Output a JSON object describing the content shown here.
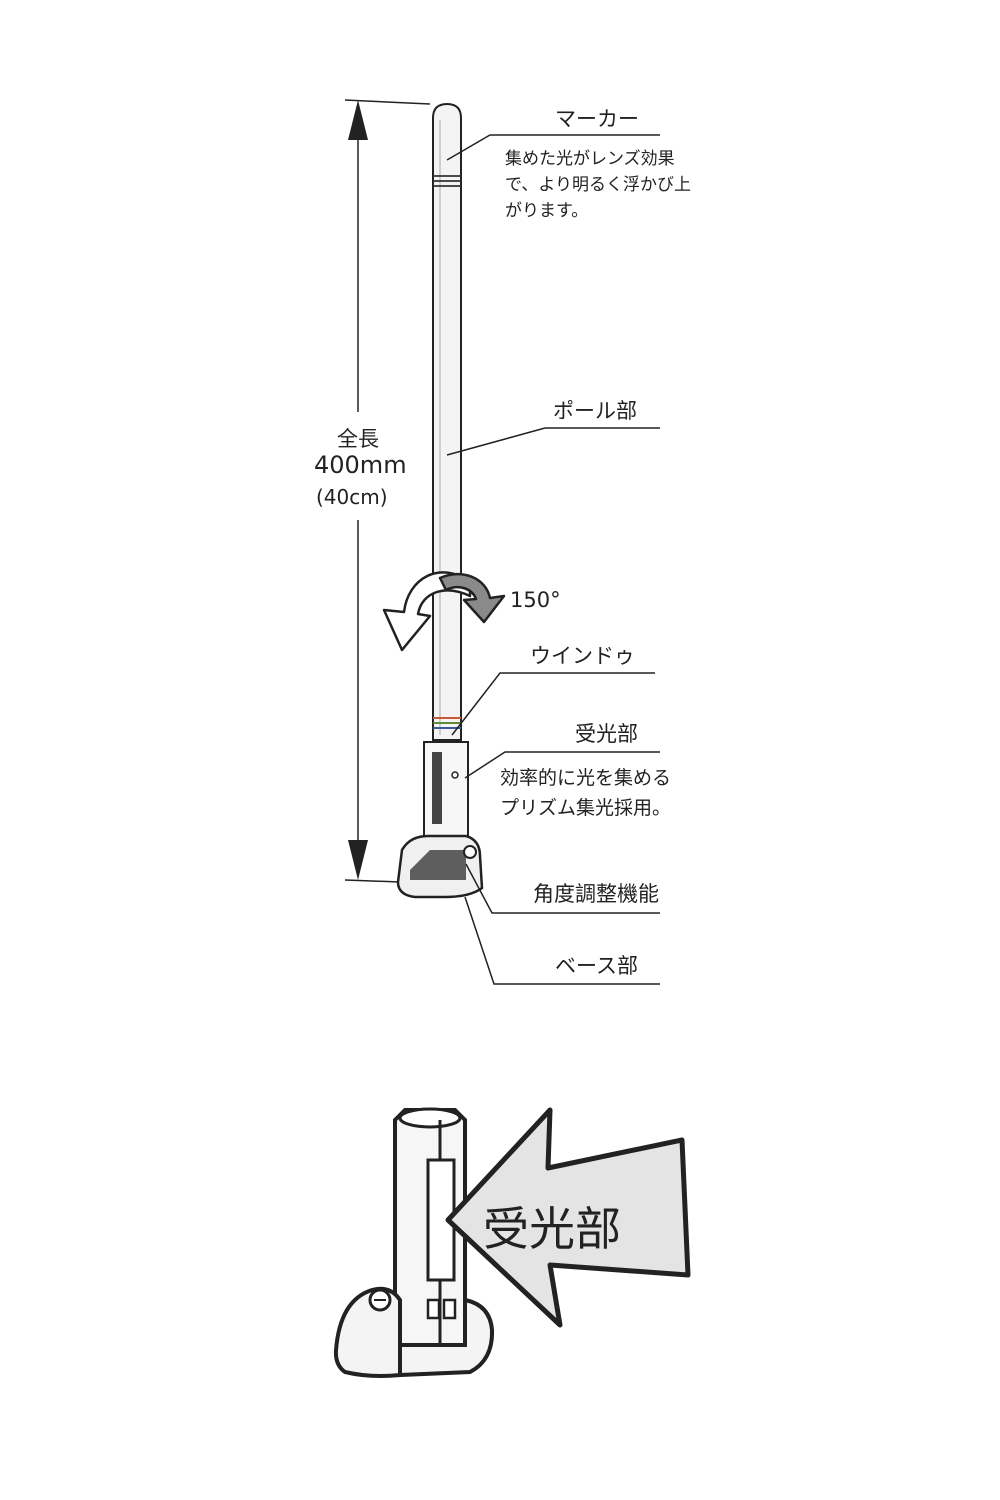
{
  "labels": {
    "marker": "マーカー",
    "marker_desc": "集めた光がレンズ効果で、より明るく浮かび上がります。",
    "pole": "ポール部",
    "total_length": "全長",
    "length_mm": "400mm",
    "length_cm": "(40cm)",
    "angle": "150°",
    "window": "ウインドゥ",
    "receiver": "受光部",
    "receiver_desc_1": "効率的に光を集める",
    "receiver_desc_2": "プリズム集光採用。",
    "angle_adjust": "角度調整機能",
    "base": "ベース部",
    "detail_arrow_label": "受光部"
  }
}
